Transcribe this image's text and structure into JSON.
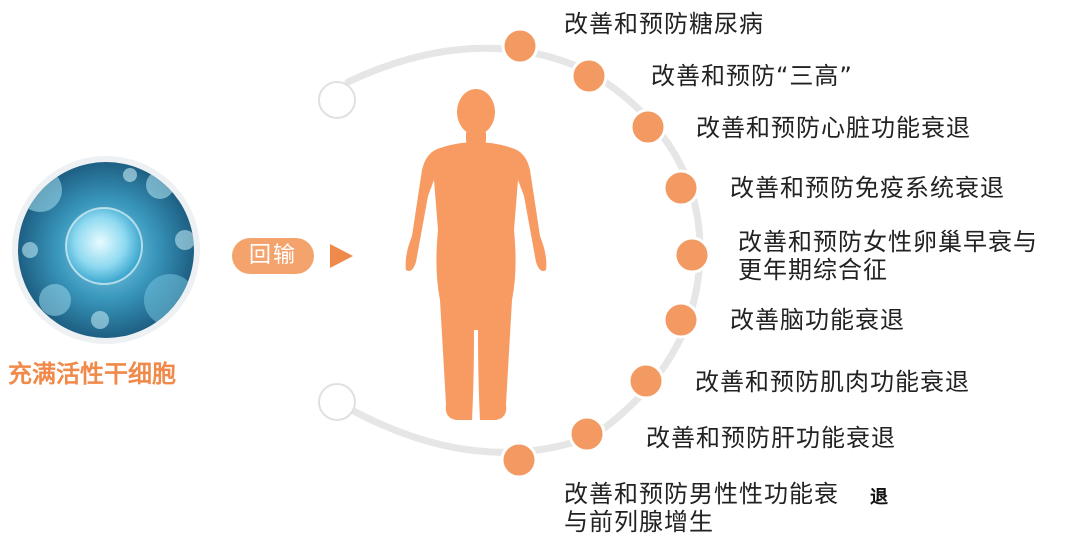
{
  "cell_label": "充满活性干细胞",
  "return_label": "回输",
  "benefits": [
    {
      "lines": [
        "改善和预防糖尿病"
      ]
    },
    {
      "lines": [
        "改善和预防“三高”"
      ]
    },
    {
      "lines": [
        "改善和预防心脏功能衰退"
      ]
    },
    {
      "lines": [
        "改善和预防免疫系统衰退"
      ]
    },
    {
      "lines": [
        "改善和预防女性卵巢早衰与",
        "更年期综合征"
      ]
    },
    {
      "lines": [
        "改善脑功能衰退"
      ]
    },
    {
      "lines": [
        "改善和预防肌肉功能衰退"
      ]
    },
    {
      "lines": [
        "改善和预防肝功能衰退"
      ]
    },
    {
      "lines": [
        "改善和预防男性性功能衰",
        "与前列腺增生"
      ]
    }
  ],
  "stray_text": "退",
  "colors": {
    "accent": "#f08a4b",
    "dot": "#f39a63",
    "body": "#f79b62",
    "arc": "#e6e6e6",
    "cell_blue": "#3fa3c8"
  }
}
